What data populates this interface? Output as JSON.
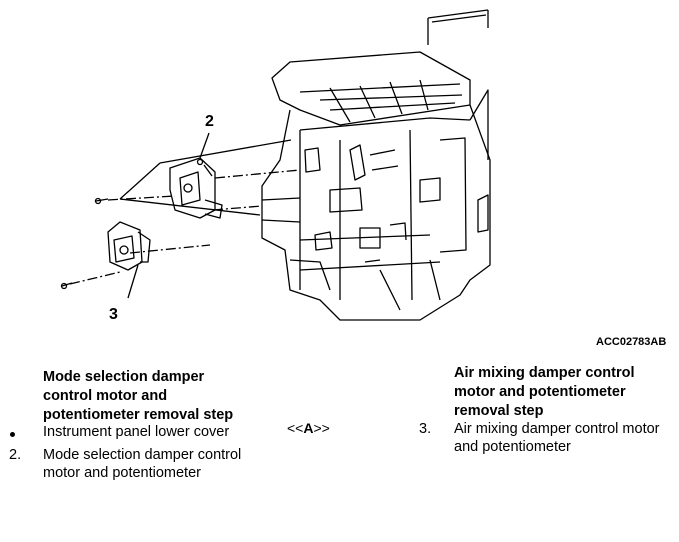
{
  "figure": {
    "callout_2": "2",
    "callout_3": "3",
    "code": "ACC02783AB"
  },
  "left": {
    "heading_line1": "Mode selection damper",
    "heading_line2": "control motor and",
    "heading_line3": "potentiometer removal step",
    "items": [
      {
        "marker": "",
        "line1": "Instrument panel lower cover",
        "line2": ""
      },
      {
        "marker": "2.",
        "line1": "Mode selection damper control",
        "line2": "motor and potentiometer"
      }
    ]
  },
  "reference": {
    "open": "<<",
    "letter": "A",
    "close": ">>"
  },
  "right": {
    "heading_line1": "Air mixing damper control",
    "heading_line2": "motor and potentiometer",
    "heading_line3": "removal step",
    "items": [
      {
        "marker": "3.",
        "line1": "Air mixing damper control motor",
        "line2": "and potentiometer"
      }
    ]
  }
}
